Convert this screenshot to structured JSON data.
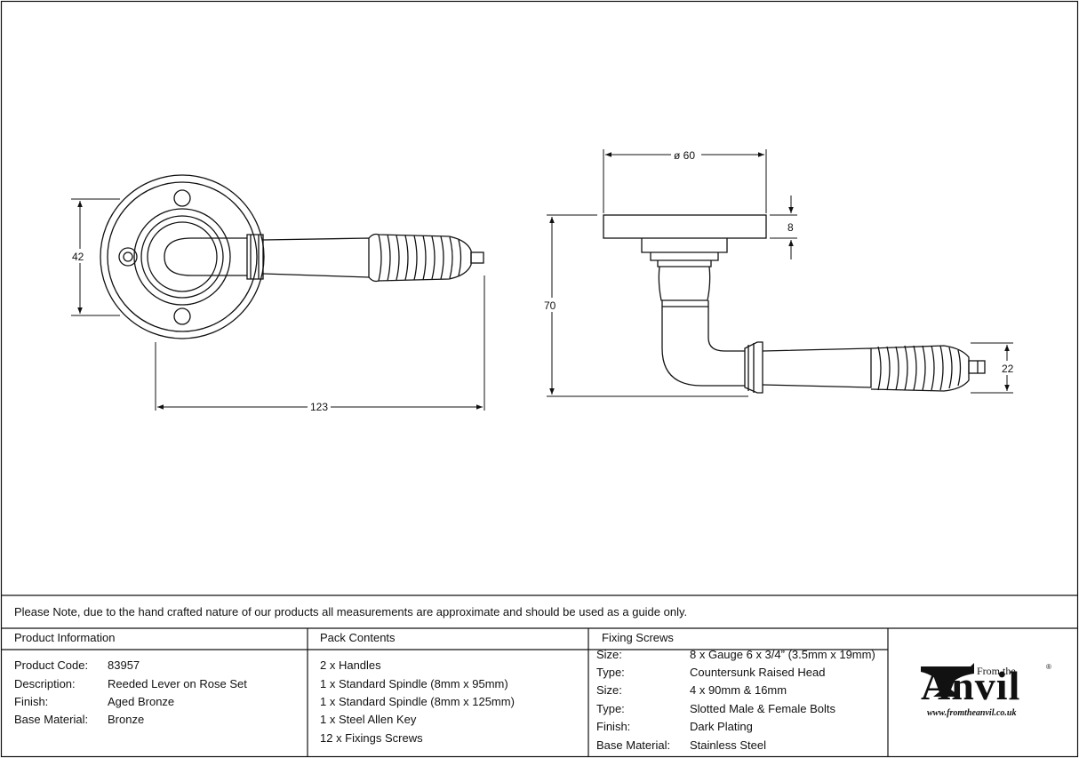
{
  "drawing": {
    "front_view": {
      "height_dim": "42",
      "length_dim": "123"
    },
    "side_view": {
      "rose_diameter_dim": "ø 60",
      "rose_thickness_dim": "8",
      "projection_dim": "70",
      "lever_height_dim": "22"
    }
  },
  "note": "Please Note, due to the hand crafted nature of our products all measurements are approximate and should be used as a guide only.",
  "product_info": {
    "header": "Product Information",
    "rows": [
      {
        "label": "Product Code:",
        "value": "83957"
      },
      {
        "label": "Description:",
        "value": "Reeded Lever on Rose Set"
      },
      {
        "label": "Finish:",
        "value": "Aged Bronze"
      },
      {
        "label": "Base Material:",
        "value": "Bronze"
      }
    ]
  },
  "pack_contents": {
    "header": "Pack Contents",
    "items": [
      "2 x Handles",
      "1 x Standard Spindle (8mm x 95mm)",
      "1 x Standard Spindle (8mm x 125mm)",
      "1 x Steel Allen Key",
      "12 x Fixings Screws"
    ]
  },
  "fixing_screws": {
    "header": "Fixing Screws",
    "rows": [
      {
        "label": "Size:",
        "value": "8 x Gauge 6 x 3/4” (3.5mm x 19mm)"
      },
      {
        "label": "Type:",
        "value": "Countersunk Raised Head"
      },
      {
        "label": "Size:",
        "value": "4 x 90mm & 16mm"
      },
      {
        "label": "Type:",
        "value": "Slotted Male & Female Bolts"
      },
      {
        "label": "Finish:",
        "value": "Dark Plating"
      },
      {
        "label": "Base Material:",
        "value": "Stainless Steel"
      }
    ]
  },
  "brand": {
    "from_the": "From the",
    "name": "Anvil",
    "registered": "®",
    "url": "www.fromtheanvil.co.uk"
  }
}
